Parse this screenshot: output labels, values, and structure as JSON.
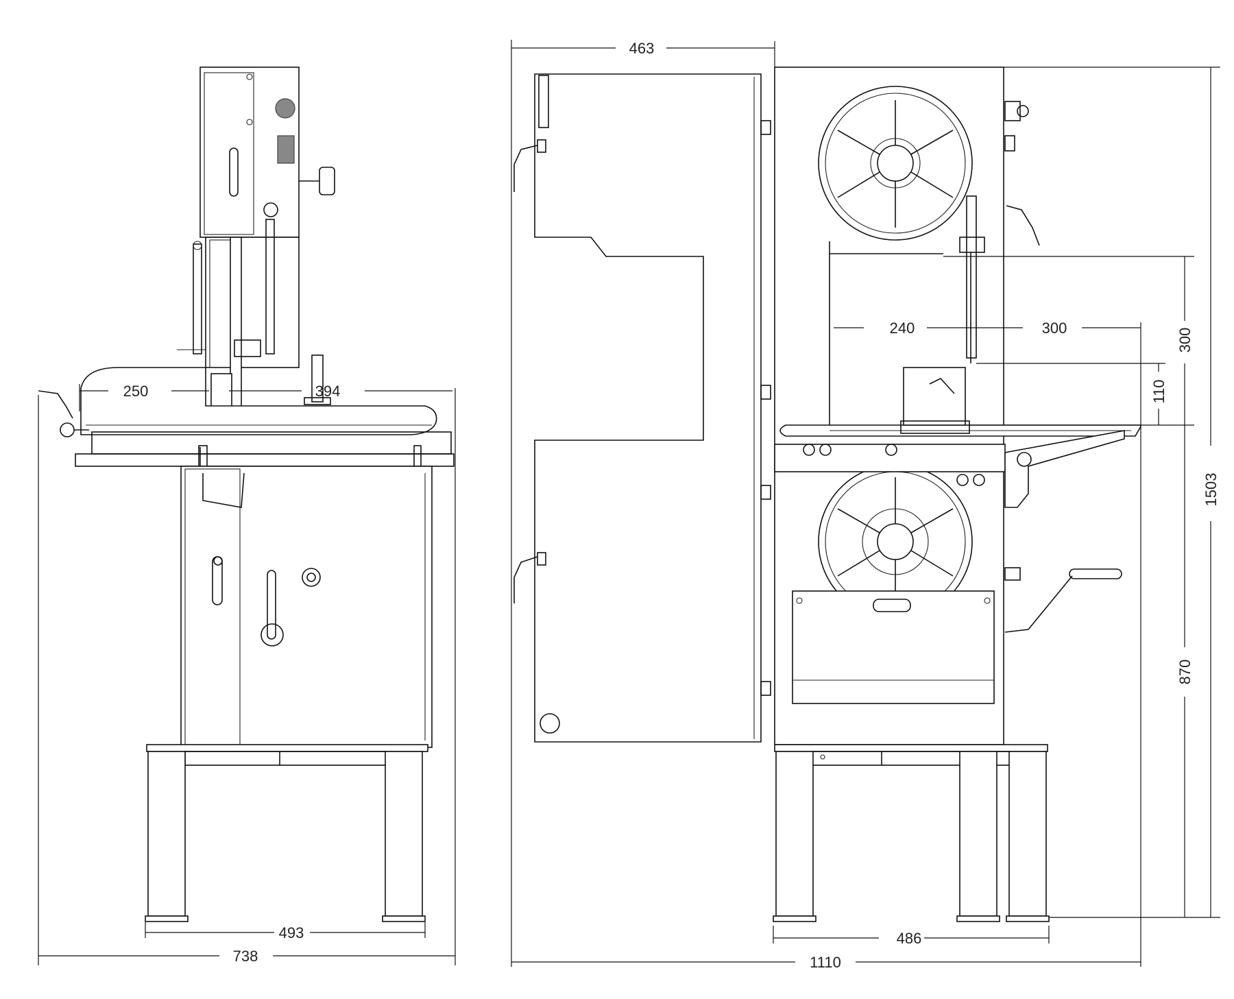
{
  "dimensions": {
    "side_view": {
      "throat_depth": "250",
      "table_depth": "394",
      "base_width": "493",
      "overall_depth": "738"
    },
    "front_view": {
      "door_width": "463",
      "cut_width": "240",
      "wheel_offset": "300",
      "cut_height": "300",
      "guide_gap": "110",
      "overall_height": "1503",
      "table_height": "870",
      "base_width": "486",
      "overall_width": "1110"
    }
  }
}
